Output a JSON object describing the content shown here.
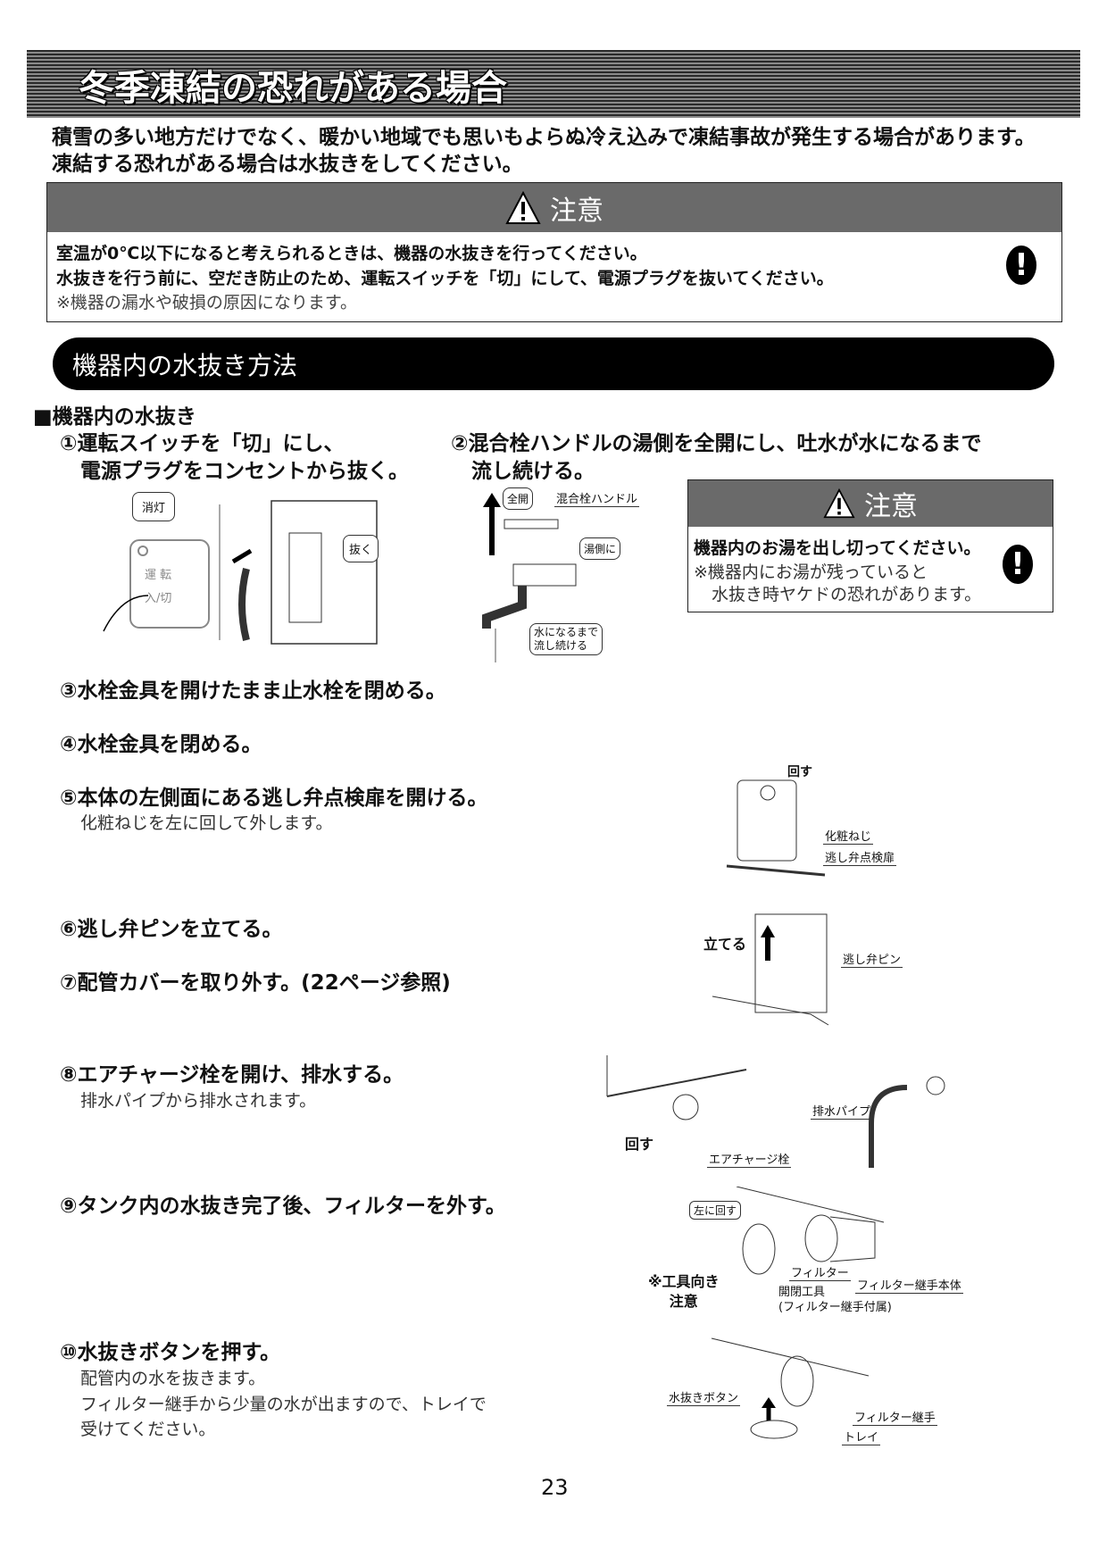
{
  "header": {
    "title": "冬季凍結の恐れがある場合"
  },
  "intro": [
    "積雪の多い地方だけでなく、暖かい地域でも思いもよらぬ冷え込みで凍結事故が発生する場合があります。",
    "凍結する恐れがある場合は水抜きをしてください。"
  ],
  "caution1": {
    "title": "注意",
    "lines": [
      "室温が0℃以下になると考えられるときは、機器の水抜きを行ってください。",
      "水抜きを行う前に、空だき防止のため、運転スイッチを「切」にして、電源プラグを抜いてください。",
      "※機器の漏水や破損の原因になります。"
    ]
  },
  "section": {
    "title": "機器内の水抜き方法"
  },
  "subheading": "■機器内の水抜き",
  "steps": {
    "s1": [
      "①運転スイッチを「切」にし、",
      "電源プラグをコンセントから抜く。"
    ],
    "s2": [
      "②混合栓ハンドルの湯側を全開にし、吐水が水になるまで",
      "流し続ける。"
    ],
    "s3": "③水栓金具を開けたまま止水栓を閉める。",
    "s4": "④水栓金具を閉める。",
    "s5": "⑤本体の左側面にある逃し弁点検扉を開ける。",
    "s5_sub": "化粧ねじを左に回して外します。",
    "s6": "⑥逃し弁ピンを立てる。",
    "s7": "⑦配管カバーを取り外す。(22ページ参照)",
    "s8": "⑧エアチャージ栓を開け、排水する。",
    "s8_sub": "排水パイプから排水されます。",
    "s9": "⑨タンク内の水抜き完了後、フィルターを外す。",
    "s10": "⑩水抜きボタンを押す。",
    "s10_sub": [
      "配管内の水を抜きます。",
      "フィルター継手から少量の水が出ますので、トレイで",
      "受けてください。"
    ]
  },
  "caution2": {
    "title": "注意",
    "lines": [
      "機器内のお湯を出し切ってください。",
      "※機器内にお湯が残っていると",
      "水抜き時ヤケドの恐れがあります。"
    ]
  },
  "illustrations": {
    "i1": {
      "off": "消灯",
      "run": "運 転",
      "onoff": "入/切",
      "pull": "抜く"
    },
    "i2": {
      "full": "全開",
      "handle": "混合栓ハンドル",
      "hot": "湯側に",
      "flow": [
        "水になるまで",
        "流し続ける"
      ]
    },
    "i5": {
      "turn": "回す",
      "screw": "化粧ねじ",
      "door": "逃し弁点検扉"
    },
    "i6": {
      "raise": "立てる",
      "pin": "逃し弁ピン"
    },
    "i8": {
      "turn": "回す",
      "valve": "エアチャージ栓",
      "pipe": "排水パイプ"
    },
    "i9": {
      "left": "左に回す",
      "note": [
        "※工具向き",
        "注意"
      ],
      "filter": "フィルター",
      "body": "フィルター継手本体",
      "tool": [
        "開閉工具",
        "(フィルター継手付属)"
      ]
    },
    "i10": {
      "button": "水抜きボタン",
      "joint": "フィルター継手",
      "tray": "トレイ"
    }
  },
  "page_number": "23"
}
